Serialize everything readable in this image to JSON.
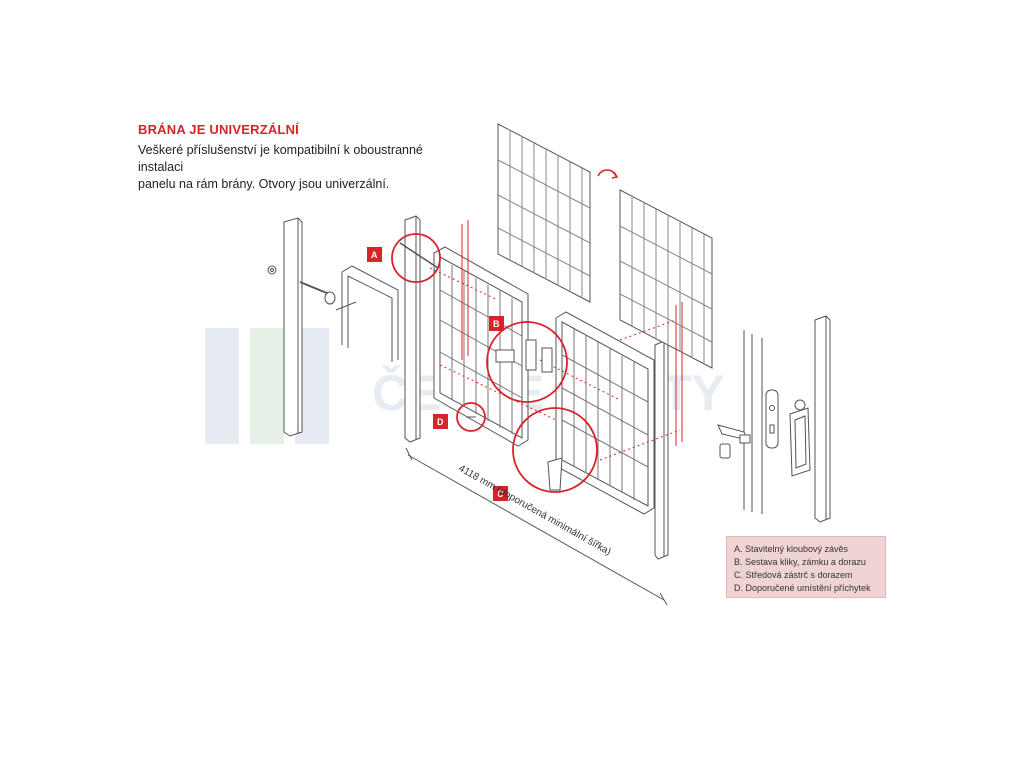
{
  "title": "BRÁNA JE UNIVERZÁLNÍ",
  "description": {
    "line1": "Veškeré příslušenství je kompatibilní k oboustranné instalaci",
    "line2": "panelu na rám brány. Otvory jsou univerzální."
  },
  "callouts": {
    "a": "A",
    "b": "B",
    "c": "C",
    "d": "D"
  },
  "dimension_label": "4118 mm (doporučená minimální šířka)",
  "legend": {
    "items": [
      "A. Stavitelný kloubový závěs",
      "B. Sestava kliky, zámku a dorazu",
      "C. Středová zástrč s dorazem",
      "D. Doporučené umístění příchytek"
    ]
  },
  "watermark": "ČESKÉ PLOTY",
  "colors": {
    "accent": "#d8232a",
    "legend_bg": "#f0d4d4",
    "line": "#555555"
  }
}
